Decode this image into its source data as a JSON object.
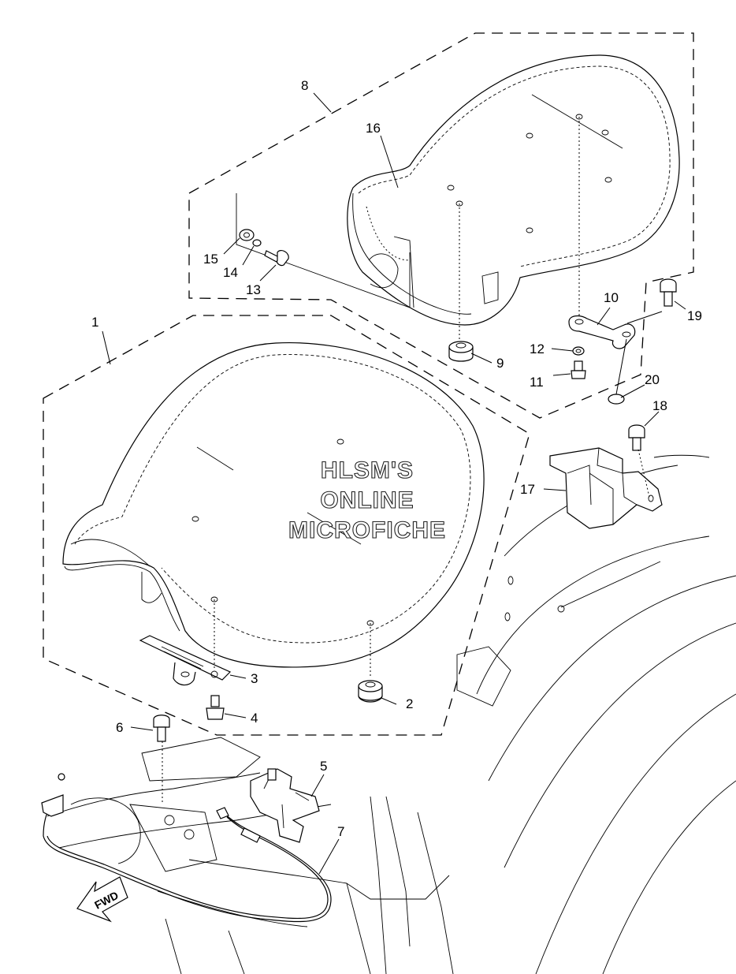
{
  "diagram": {
    "callouts": [
      {
        "id": "1",
        "label": "1"
      },
      {
        "id": "2",
        "label": "2"
      },
      {
        "id": "3",
        "label": "3"
      },
      {
        "id": "4",
        "label": "4"
      },
      {
        "id": "5",
        "label": "5"
      },
      {
        "id": "6",
        "label": "6"
      },
      {
        "id": "7",
        "label": "7"
      },
      {
        "id": "8",
        "label": "8"
      },
      {
        "id": "9",
        "label": "9"
      },
      {
        "id": "10",
        "label": "10"
      },
      {
        "id": "11",
        "label": "11"
      },
      {
        "id": "12",
        "label": "12"
      },
      {
        "id": "13",
        "label": "13"
      },
      {
        "id": "14",
        "label": "14"
      },
      {
        "id": "15",
        "label": "15"
      },
      {
        "id": "16",
        "label": "16"
      },
      {
        "id": "17",
        "label": "17"
      },
      {
        "id": "18",
        "label": "18"
      },
      {
        "id": "19",
        "label": "19"
      },
      {
        "id": "20",
        "label": "20"
      }
    ],
    "watermark": {
      "line1": "HLSM'S",
      "line2": "ONLINE",
      "line3": "MICROFICHE"
    },
    "direction_arrow": {
      "label": "FWD",
      "icon": "fwd-arrow-icon"
    }
  }
}
